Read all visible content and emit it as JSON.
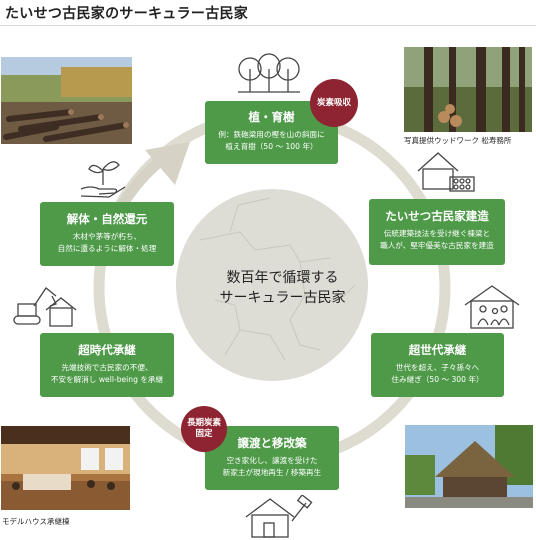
{
  "title": "たいせつ古民家のサーキュラー古民家",
  "center_text": "数百年で循環する\nサーキュラー古民家",
  "stages": [
    {
      "heading": "植・育樹",
      "desc": "例：鉄砲梁用の樫を山の斜面に\n植え育樹（50 ～ 100 年）"
    },
    {
      "heading": "たいせつ古民家建造",
      "desc": "伝統建築技法を受け継ぐ棟梁と\n職人が、堅牢優美な古民家を建造"
    },
    {
      "heading": "超世代承継",
      "desc": "世代を超え、子々孫々へ\n住み継ぎ（50 ～ 300 年）"
    },
    {
      "heading": "譲渡と移改築",
      "desc": "空き家化し、譲渡を受けた\n新家主が現地再生 / 移築再生"
    },
    {
      "heading": "超時代承継",
      "desc": "先端技術で古民家の不便、\n不安を解消し well-being を承継"
    },
    {
      "heading": "解体・自然還元",
      "desc": "木材や茅等が朽ち、\n自然に還るように解体・処理"
    }
  ],
  "badges": {
    "carbon_absorption": "炭素吸収",
    "long_term_carbon": "長期炭素\n固定"
  },
  "captions": {
    "forest_photo": "写真提供ウッドワーク 松寿務所",
    "model_house": "モデルハウス承継棟"
  },
  "colors": {
    "green": "#4e9a49",
    "badge": "#8e2431",
    "ring": "#dedbd0",
    "center_disc": "#deddd5",
    "arrow": "#d6d3c6"
  }
}
